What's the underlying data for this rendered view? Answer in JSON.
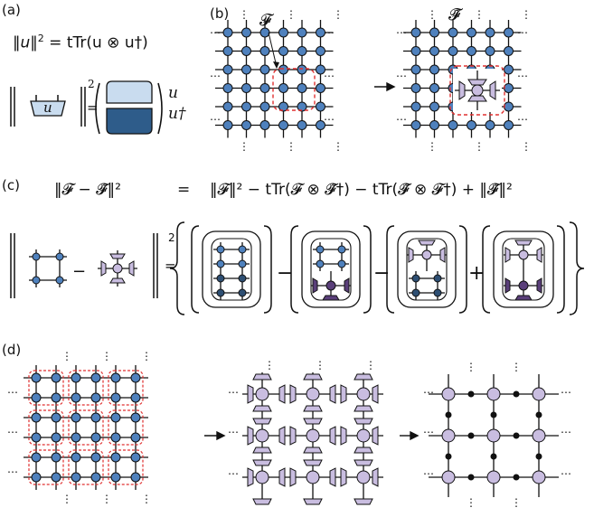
{
  "panels": {
    "a": {
      "label": "(a)",
      "equation_lhs": "‖u‖",
      "equation_sup": "2",
      "equation_rhs": " = tTr(u ⊗ u†)",
      "tensor_label": "u",
      "norm_sup": "2",
      "norm_equals": "=",
      "u_label": "u",
      "udag_label": "u†"
    },
    "b": {
      "label": "(b)",
      "F_label": "𝓕",
      "Ftilde_label": "𝓕̃",
      "arrow": "→",
      "ellipsis": "⋯",
      "vellipsis": "⋮"
    },
    "c": {
      "label": "(c)",
      "lhs": "‖𝓕 − 𝓕̃‖²",
      "equals": "=",
      "rhs": "‖𝓕‖² − tTr(𝓕 ⊗ 𝓕̃†) − tTr(𝓕̃ ⊗ 𝓕†) + ‖𝓕̃‖²",
      "minus": "−",
      "plus": "+",
      "norm_sup": "2",
      "norm_equals": "="
    },
    "d": {
      "label": "(d)",
      "arrow": "→"
    }
  },
  "colors": {
    "blue_node": "#4f81bd",
    "blue_dark_node": "#2e4f73",
    "lilac_node": "#c9bde0",
    "purple_dark": "#5a3f7a",
    "red_dashed": "#e03030",
    "line": "#111111",
    "tensor_fill": "#c9dcef"
  }
}
